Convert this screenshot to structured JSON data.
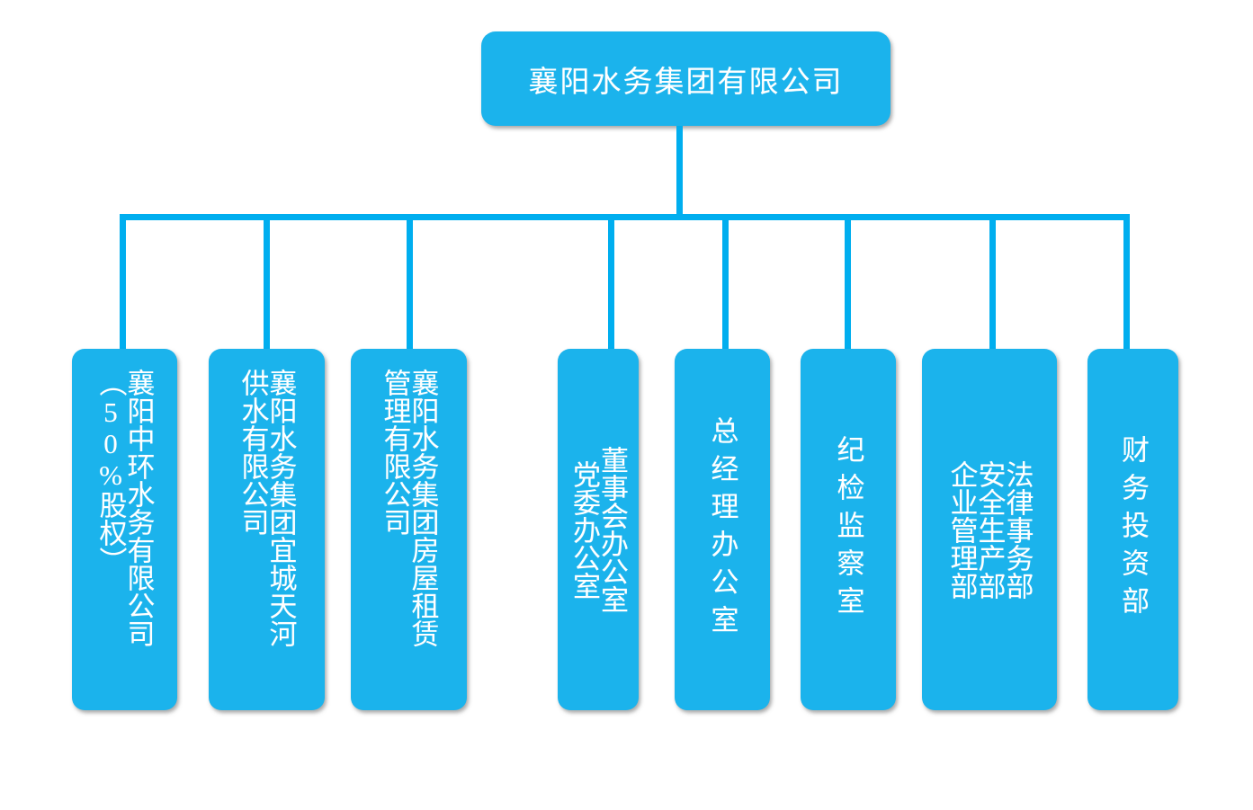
{
  "chart_data": {
    "type": "diagram",
    "diagram_type": "organization-chart",
    "title": "襄阳水务集团有限公司",
    "orientation": "top-down",
    "accent_color": "#1BB3EC",
    "connector_color": "#00AEEF",
    "text_color": "#FFFFFF",
    "background_color": "#FFFFFF",
    "root": {
      "id": "root",
      "label": "襄阳水务集团有限公司"
    },
    "children": [
      {
        "id": "child-1",
        "name": "襄阳中环水务有限公司（50%股权）",
        "columns": [
          "襄阳中环水务有限公司",
          "（50%股权）"
        ]
      },
      {
        "id": "child-2",
        "name": "襄阳水务集团宜城天河供水有限公司",
        "columns": [
          "襄阳水务集团宜城天河",
          "供水有限公司"
        ]
      },
      {
        "id": "child-3",
        "name": "襄阳水务集团房屋租赁管理有限公司",
        "columns": [
          "襄阳水务集团房屋租赁",
          "管理有限公司"
        ]
      },
      {
        "id": "child-4",
        "name": "董事会办公室 党委办公室",
        "columns": [
          "董事会办公室",
          "党委办公室"
        ]
      },
      {
        "id": "child-5",
        "name": "总经理办公室",
        "columns": [
          "总经理办公室"
        ]
      },
      {
        "id": "child-6",
        "name": "纪检监察室",
        "columns": [
          "纪检监察室"
        ]
      },
      {
        "id": "child-7",
        "name": "法律事务部 安全生产部 企业管理部",
        "columns": [
          "法律事务部",
          "安全生产部",
          "企业管理部"
        ]
      },
      {
        "id": "child-8",
        "name": "财务投资部",
        "columns": [
          "财务投资部"
        ]
      }
    ]
  }
}
